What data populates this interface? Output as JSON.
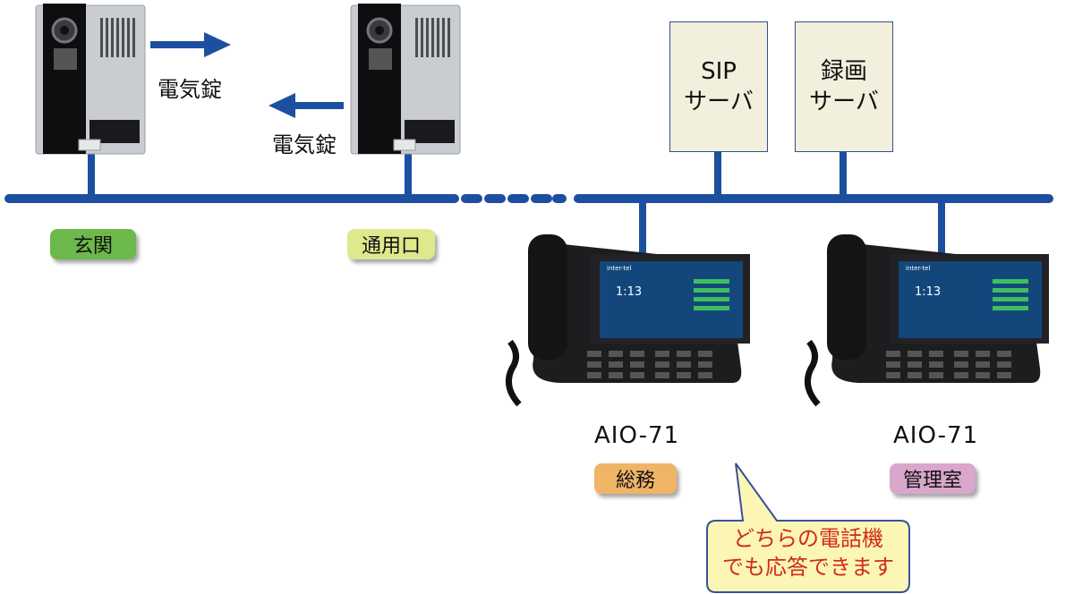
{
  "labels": {
    "lock_right": "電気錠",
    "lock_left": "電気錠",
    "location_entrance": "玄関",
    "location_service": "通用口",
    "phone1_model": "AIO-71",
    "phone2_model": "AIO-71",
    "phone1_dept": "総務",
    "phone2_dept": "管理室",
    "sip_server_line1": "SIP",
    "sip_server_line2": "サーバ",
    "rec_server_line1": "録画",
    "rec_server_line2": "サーバ",
    "callout_line1": "どちらの電話機",
    "callout_line2": "でも応答できます",
    "phone_brand": "inter-tel",
    "phone_time": "1:13"
  },
  "colors": {
    "network_line": "#1d4fa0",
    "arrow": "#1d4fa0",
    "server_fill": "#f2efdc",
    "entrance_pill": "#6db84a",
    "service_pill": "#dfe88c",
    "soumu_pill": "#f0b466",
    "kanri_pill": "#d9a6cc",
    "callout_fill": "#fbf6b4",
    "callout_text": "#d22a1a"
  },
  "icons": [
    "door-intercom-icon",
    "desk-phone-icon",
    "arrow-right-icon",
    "arrow-left-icon"
  ]
}
